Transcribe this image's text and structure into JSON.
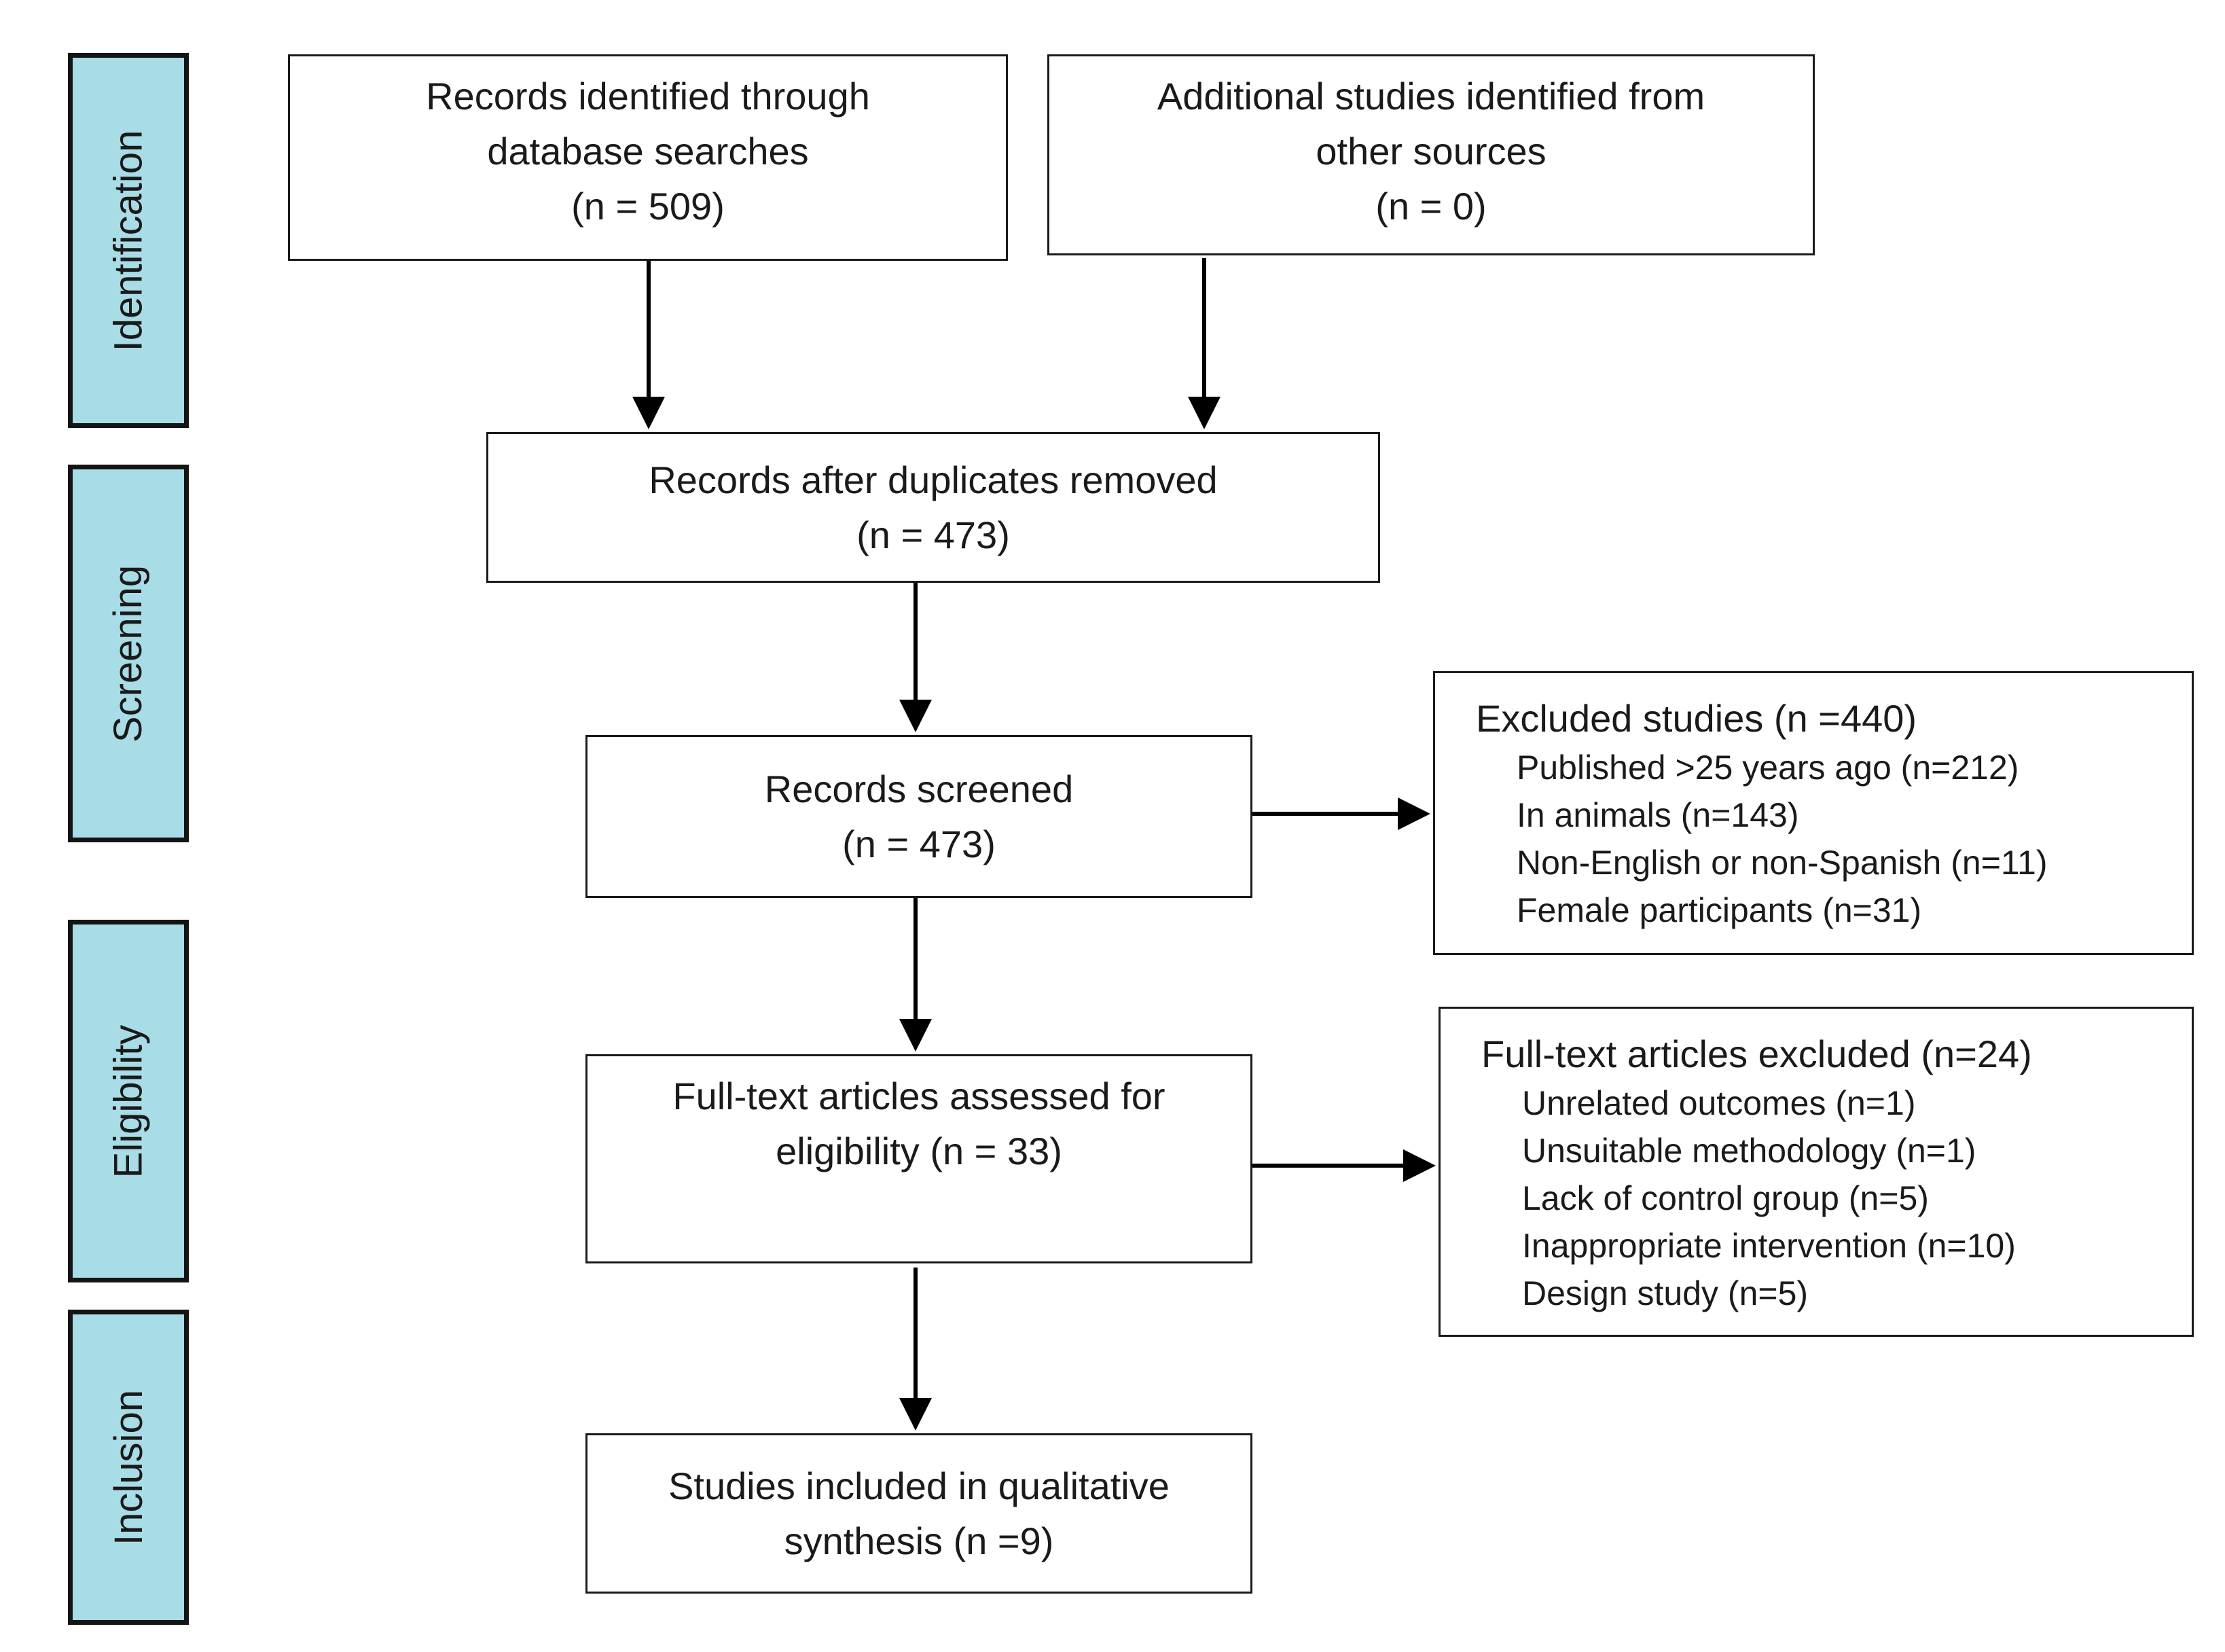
{
  "stages": [
    {
      "id": "identification",
      "label": "Identification"
    },
    {
      "id": "screening",
      "label": "Screening"
    },
    {
      "id": "eligibility",
      "label": "Eligibility"
    },
    {
      "id": "inclusion",
      "label": "Inclusion"
    }
  ],
  "colors": {
    "stage_fill": "#a8dce6",
    "stage_border": "#141414",
    "box_border": "#1a1a1a",
    "arrow": "#000000"
  },
  "boxes": {
    "database_records": {
      "lines": [
        "Records identified through",
        "database searches",
        "(n = 509)"
      ]
    },
    "other_sources": {
      "lines": [
        "Additional studies identified from",
        "other sources",
        "(n = 0)"
      ]
    },
    "after_duplicates": {
      "lines": [
        "Records after duplicates removed",
        "(n = 473)"
      ]
    },
    "screened": {
      "lines": [
        "Records screened",
        "(n = 473)"
      ]
    },
    "full_text": {
      "lines": [
        "Full-text articles assessed for",
        "eligibility (n = 33)"
      ]
    },
    "included": {
      "lines": [
        "Studies included in qualitative",
        "synthesis (n =9)"
      ]
    }
  },
  "excluded_studies": {
    "title": "Excluded studies (n =440)",
    "items": [
      "Published >25 years ago (n=212)",
      "In animals (n=143)",
      "Non-English or non-Spanish (n=11)",
      "Female participants (n=31)"
    ]
  },
  "full_text_excluded": {
    "title": "Full-text articles excluded (n=24)",
    "items": [
      "Unrelated outcomes (n=1)",
      "Unsuitable methodology (n=1)",
      "Lack of control group (n=5)",
      "Inappropriate intervention (n=10)",
      "Design study (n=5)"
    ]
  }
}
